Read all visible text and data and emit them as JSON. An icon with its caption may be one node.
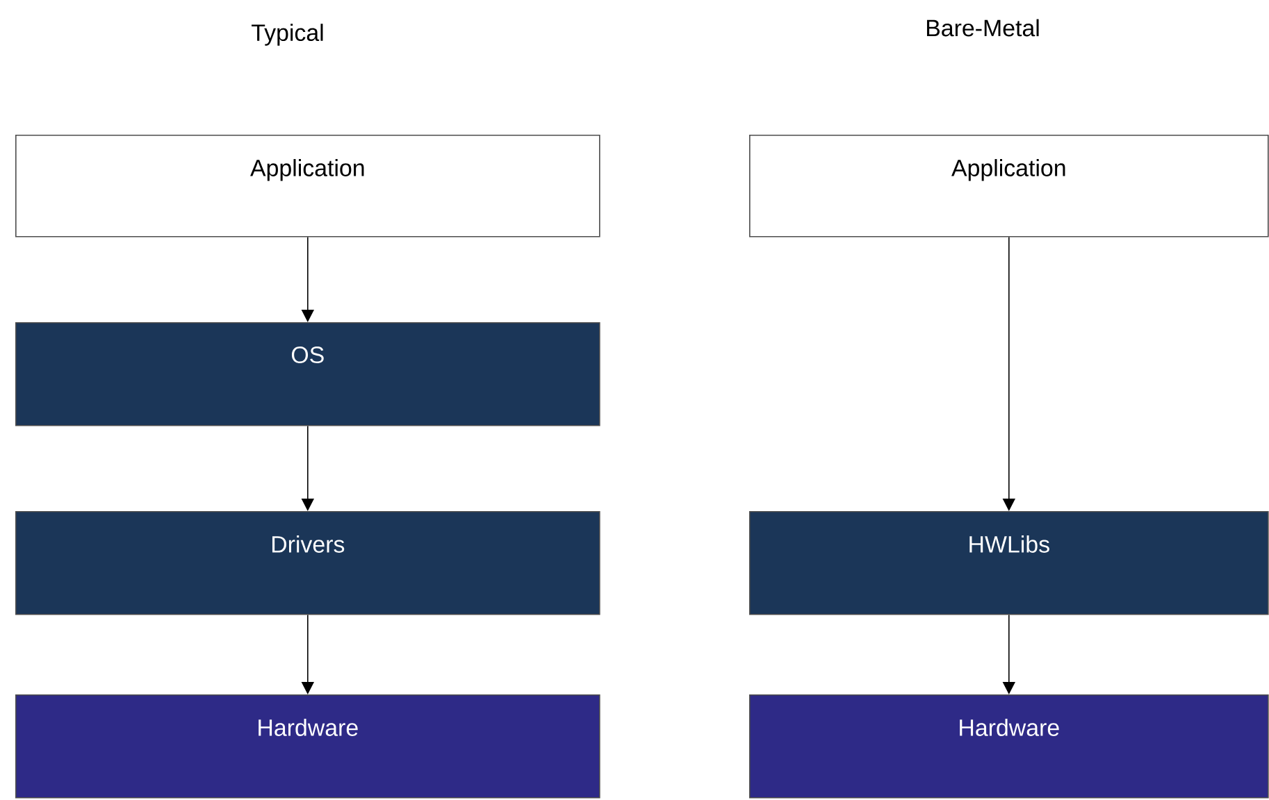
{
  "diagram": {
    "nodes": [
      {
        "text": [
          "Application"
        ]
      },
      {
        "text": [
          "OS"
        ]
      },
      {
        "text": [
          "Drivers"
        ]
      },
      {
        "text": [
          "Hardware"
        ]
      },
      {
        "text": [
          "Application"
        ]
      },
      {
        "text": [
          "HWLibs"
        ]
      },
      {
        "text": [
          "Hardware"
        ]
      }
    ],
    "edges": [
      {
        "from": 0,
        "to": 1,
        "arrow": "to"
      },
      {
        "from": 1,
        "to": 2,
        "arrow": "to"
      },
      {
        "from": 2,
        "to": 3,
        "arrow": "to"
      },
      {
        "from": 4,
        "to": 5,
        "arrow": "to"
      },
      {
        "from": 5,
        "to": 6,
        "arrow": "to"
      }
    ],
    "labels": [
      "Typical",
      "Bare-Metal"
    ]
  }
}
